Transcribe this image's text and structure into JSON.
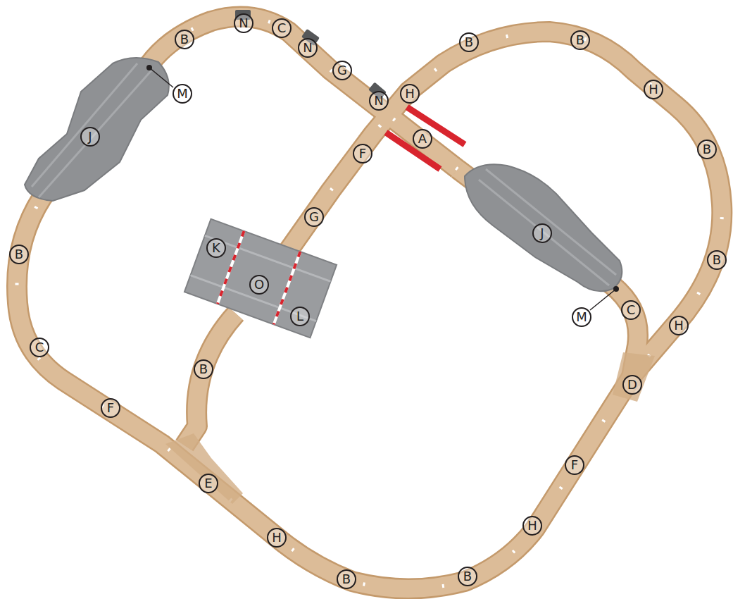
{
  "diagram": {
    "labels": [
      "N",
      "B",
      "C",
      "N",
      "B",
      "B",
      "G",
      "M",
      "N",
      "H",
      "H",
      "A",
      "J",
      "F",
      "B",
      "G",
      "J",
      "K",
      "B",
      "B",
      "O",
      "C",
      "M",
      "L",
      "H",
      "C",
      "B",
      "D",
      "F",
      "F",
      "E",
      "H",
      "H",
      "B",
      "B"
    ]
  }
}
